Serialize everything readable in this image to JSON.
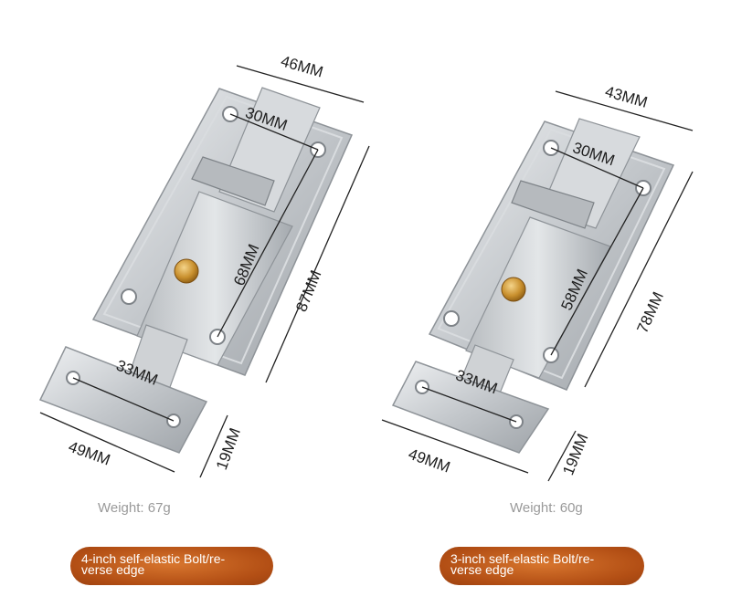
{
  "products": [
    {
      "dimensions": {
        "top_width": "46MM",
        "bolt_width": "30MM",
        "hole_spacing": "68MM",
        "height": "87MM",
        "keeper_hole_spacing": "33MM",
        "keeper_width": "49MM",
        "keeper_height": "19MM"
      },
      "weight": "Weight: 67g",
      "label_line1": "4-inch self-elastic Bolt/re-",
      "label_line2": "verse edge"
    },
    {
      "dimensions": {
        "top_width": "43MM",
        "bolt_width": "30MM",
        "hole_spacing": "58MM",
        "height": "78MM",
        "keeper_hole_spacing": "33MM",
        "keeper_width": "49MM",
        "keeper_height": "19MM"
      },
      "weight": "Weight: 60g",
      "label_line1": "3-inch self-elastic Bolt/re-",
      "label_line2": "verse edge"
    }
  ],
  "colors": {
    "steel": "#c9cccf",
    "brass": "#c9902e",
    "badge": "#c0581a",
    "dimension_line": "#222222",
    "weight_text": "#9a9a9a"
  }
}
